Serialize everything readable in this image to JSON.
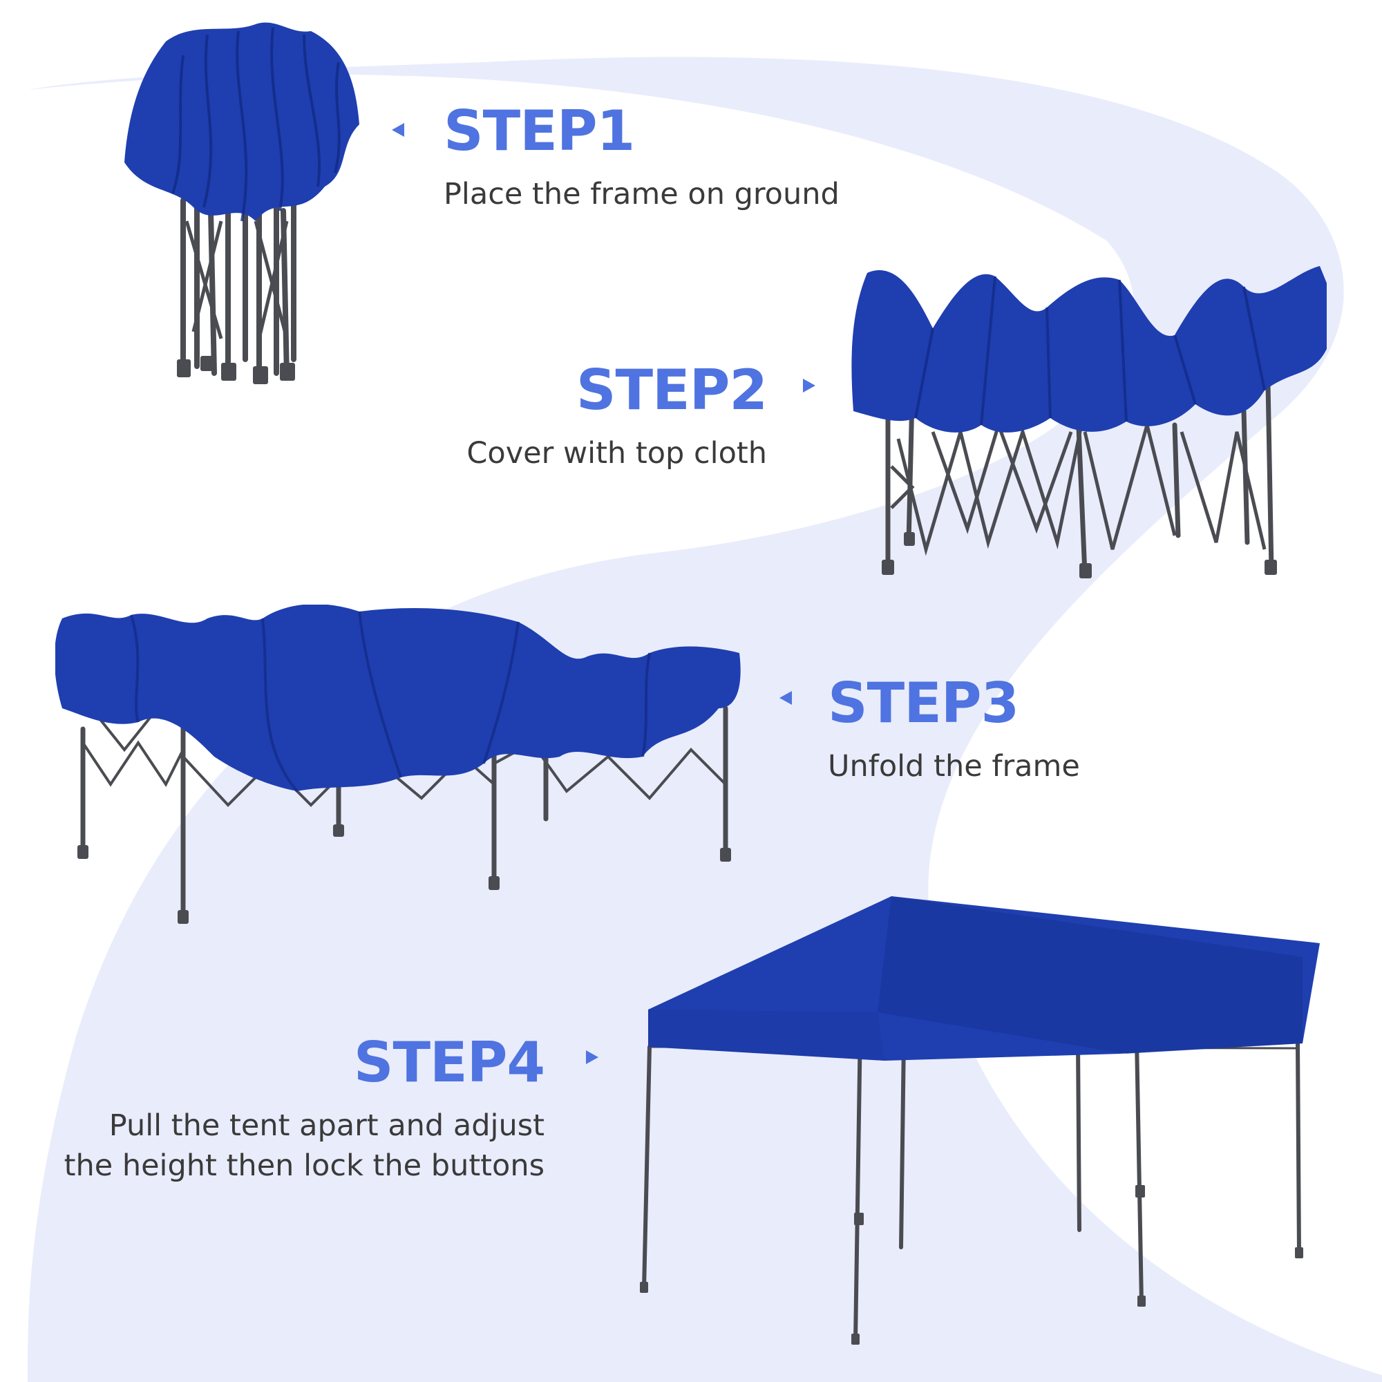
{
  "colors": {
    "accent": "#4f73e0",
    "text": "#3a3a3a",
    "wave": "#e9ecfb",
    "canopy": "#1f3fb0",
    "canopy_dark": "#122a86",
    "frame": "#4a4c52"
  },
  "steps": [
    {
      "title": "STEP1",
      "desc": [
        "Place the frame on ground"
      ],
      "arrow": "left-pointing-triangle-icon"
    },
    {
      "title": "STEP2",
      "desc": [
        "Cover with top cloth"
      ],
      "arrow": "right-pointing-triangle-icon"
    },
    {
      "title": "STEP3",
      "desc": [
        "Unfold the frame"
      ],
      "arrow": "left-pointing-triangle-icon"
    },
    {
      "title": "STEP4",
      "desc": [
        "Pull the tent apart and adjust",
        "the height then lock the buttons"
      ],
      "arrow": "right-pointing-triangle-icon"
    }
  ],
  "illustrations": [
    {
      "name": "folded-canopy-frame",
      "state": "folded"
    },
    {
      "name": "half-open-canopy-frame",
      "state": "partially-extended"
    },
    {
      "name": "unfolded-canopy-frame",
      "state": "unfolded-low"
    },
    {
      "name": "fully-open-canopy-tent",
      "state": "raised-and-locked"
    }
  ]
}
